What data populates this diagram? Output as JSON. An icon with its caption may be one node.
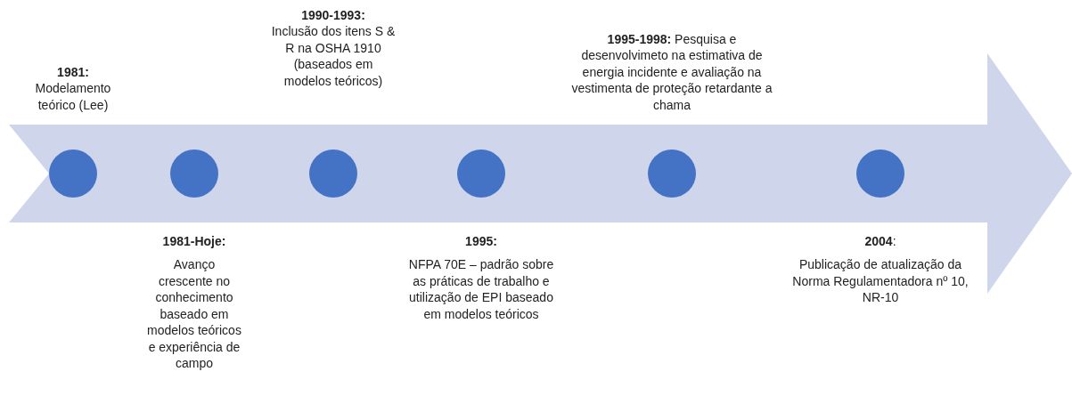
{
  "diagram": {
    "nodes": [
      {
        "text": [],
        "shape": "arrow"
      },
      {
        "text": [],
        "shape": "circle",
        "in": 0,
        "beside": [
          "1981:",
          "Modelamento teórico (Lee)"
        ]
      },
      {
        "text": [],
        "shape": "circle",
        "in": 0,
        "beside": [
          "1981-Hoje:",
          "Avanço crescente no conhecimento baseado em modelos teóricos e experiência de campo"
        ]
      },
      {
        "text": [],
        "shape": "circle",
        "in": 0,
        "beside": [
          "1990-1993:",
          "Inclusão dos itens S & R na OSHA 1910 (baseados em modelos teóricos)"
        ]
      },
      {
        "text": [],
        "shape": "circle",
        "in": 0,
        "beside": [
          "1995:",
          "NFPA 70E – padrão sobre as práticas de trabalho e utilização de EPI baseado em modelos teóricos"
        ]
      },
      {
        "text": [],
        "shape": "circle",
        "in": 0,
        "beside": [
          "**1995-1998:** Pesquisa e desenvolvimeto  na estimativa de energia incidente e avaliação na vestimenta de proteção retardante a chama"
        ]
      },
      {
        "text": [],
        "shape": "circle",
        "in": 0,
        "beside": [
          "**2004**:",
          "Publicação de atualização da Norma Regulamentadora nº 10, NR-10"
        ]
      }
    ]
  }
}
